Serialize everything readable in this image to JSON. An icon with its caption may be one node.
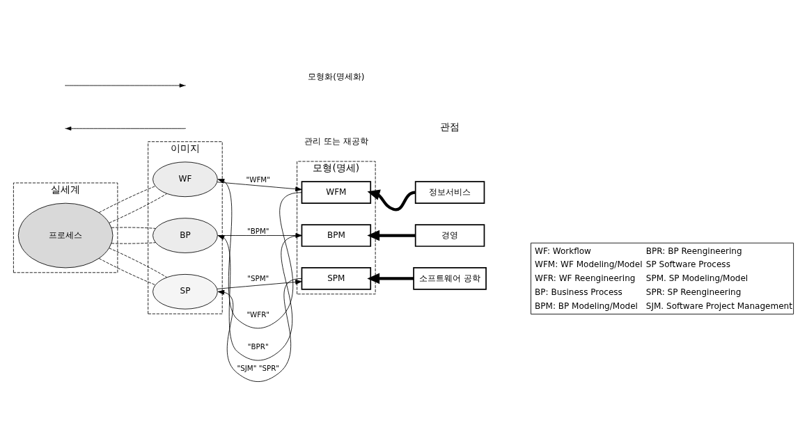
{
  "diagram": {
    "nodes": [
      {
        "text": [
          "실세계"
        ]
      },
      {
        "text": [
          "프로세스"
        ],
        "in": 0
      },
      {
        "text": [
          "이미지"
        ]
      },
      {
        "text": [
          "WF"
        ],
        "in": 2
      },
      {
        "text": [
          "BP"
        ],
        "in": 2
      },
      {
        "text": [
          "SP"
        ],
        "in": 2
      },
      {
        "text": [
          "모형(명세)"
        ]
      },
      {
        "text": [
          "WFM"
        ],
        "in": 6
      },
      {
        "text": [
          "BPM"
        ],
        "in": 6
      },
      {
        "text": [
          "SPM"
        ],
        "in": 6
      },
      {
        "text": [
          "정보서비스"
        ]
      },
      {
        "text": [
          "경영"
        ]
      },
      {
        "text": [
          "소프트웨어 공학"
        ]
      }
    ],
    "edges": [
      {
        "from": 1,
        "to": 3,
        "arrow": "none",
        "style": "dashed"
      },
      {
        "from": 1,
        "to": 3,
        "arrow": "none",
        "style": "dashed"
      },
      {
        "from": 1,
        "to": 4,
        "arrow": "none",
        "style": "dashed"
      },
      {
        "from": 1,
        "to": 4,
        "arrow": "none",
        "style": "dashed"
      },
      {
        "from": 1,
        "to": 5,
        "arrow": "none",
        "style": "dashed"
      },
      {
        "from": 1,
        "to": 5,
        "arrow": "none",
        "style": "dashed"
      },
      {
        "from": 3,
        "to": 7,
        "arrow": "to",
        "label": "\"WFM\""
      },
      {
        "from": 7,
        "to": 3,
        "arrow": "to",
        "label": "\"WFR\""
      },
      {
        "from": 4,
        "to": 8,
        "arrow": "to",
        "label": "\"BPM\""
      },
      {
        "from": 8,
        "to": 4,
        "arrow": "to",
        "label": "\"BPR\""
      },
      {
        "from": 5,
        "to": 9,
        "arrow": "to",
        "label": "\"SPM\""
      },
      {
        "from": 9,
        "to": 5,
        "arrow": "to",
        "label": "\"SJM\" \"SPR\""
      },
      {
        "from": 10,
        "to": 7,
        "arrow": "to",
        "style": "thick"
      },
      {
        "from": 11,
        "to": 8,
        "arrow": "to",
        "style": "thick"
      },
      {
        "from": 12,
        "to": 9,
        "arrow": "to",
        "style": "thick"
      }
    ],
    "labels": [
      "관점",
      "WF: Workflow",
      "WFM: WF Modeling/Model",
      "WFR: WF Reengineering",
      "BP: Business Process",
      "BPM: BP Modeling/Model",
      "BPR: BP Reengineering",
      "SP Software Process",
      "SPM. SP Modeling/Model",
      "SPR: SP Reengineering",
      "SJM. Software Project Management"
    ],
    "legend": [
      {
        "text": "모형화(명세화)"
      },
      {
        "text": "관리 또는 재공학"
      }
    ]
  }
}
